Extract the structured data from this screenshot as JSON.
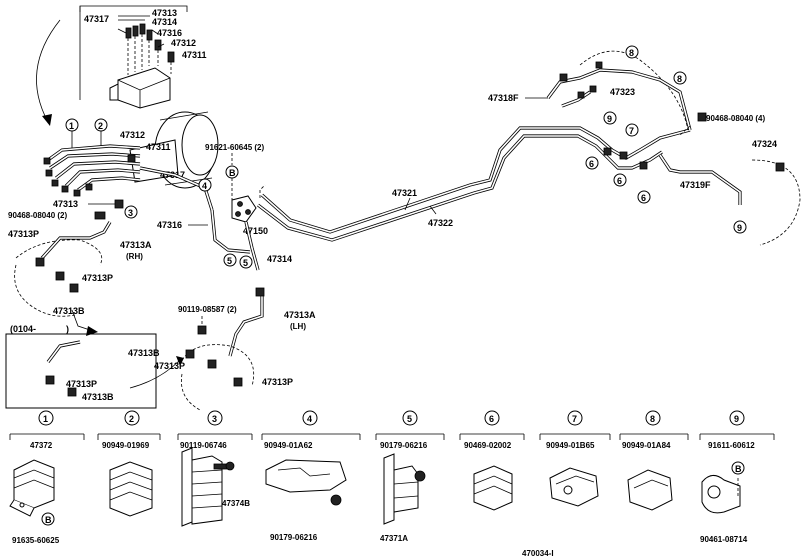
{
  "diagram_code": "470034-I",
  "pipe_labels": {
    "p47313": "47313",
    "p47314": "47314",
    "p47316": "47316",
    "p47312": "47312",
    "p47311": "47311",
    "p47317": "47317",
    "p47321": "47321",
    "p47322": "47322",
    "p47150": "47150",
    "p47318F": "47318F",
    "p47323": "47323",
    "p47324": "47324",
    "p47319F": "47319F",
    "p47313A_rh": "47313A",
    "rh": "(RH)",
    "p47313A_lh": "47313A",
    "lh": "(LH)",
    "p47313P_a": "47313P",
    "p47313P_b": "47313P",
    "p47313P_c": "47313P",
    "p47313P_d": "47313P",
    "p47313P_e": "47313P",
    "p47313B_a": "47313B",
    "p47313B_b": "47313B",
    "p47313B_c": "47313B",
    "p47313_b": "47313",
    "p47317_b": "47317",
    "p47316_b": "47316",
    "p47314_b": "47314",
    "p47312_b": "47312",
    "p47311_b": "47311",
    "bolt_90468_a": "90468-08040 (4)",
    "bolt_90468_b": "90468-08040 (2)",
    "clip_91621": "91621-60645 (2)",
    "bolt_90119": "90119-08587 (2)",
    "variant_date": "(0104-",
    "variant_close": ")"
  },
  "callouts": [
    "1",
    "2",
    "3",
    "4",
    "5",
    "6",
    "7",
    "8",
    "9"
  ],
  "b_mark": "B",
  "parts_legend": [
    {
      "num": "1",
      "part": "47372",
      "sub": "91635-60625"
    },
    {
      "num": "2",
      "part": "90949-01969"
    },
    {
      "num": "3",
      "part": "90119-06746",
      "sub": "47374B"
    },
    {
      "num": "4",
      "part": "90949-01A62",
      "sub": "90179-06216"
    },
    {
      "num": "5",
      "part": "90179-06216",
      "sub": "47371A"
    },
    {
      "num": "6",
      "part": "90469-02002"
    },
    {
      "num": "7",
      "part": "90949-01B65"
    },
    {
      "num": "8",
      "part": "90949-01A84"
    },
    {
      "num": "9",
      "part": "91611-60612",
      "sub": "90461-08714"
    }
  ]
}
